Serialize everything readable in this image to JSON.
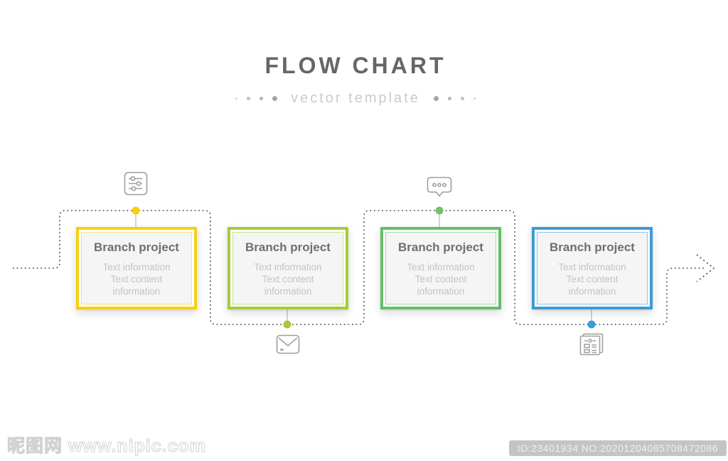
{
  "header": {
    "title": "FLOW CHART",
    "subtitle": "vector template"
  },
  "nodes": [
    {
      "title": "Branch project",
      "body": "Text information\nText content\ninformation",
      "color": "#F6D014",
      "dot_color": "#F8CE0E",
      "icon": "sliders-icon"
    },
    {
      "title": "Branch project",
      "body": "Text information\nText content\ninformation",
      "color": "#A6CB3B",
      "dot_color": "#A5C93C",
      "icon": "envelope-icon"
    },
    {
      "title": "Branch project",
      "body": "Text information\nText content\ninformation",
      "color": "#66BD6C",
      "dot_color": "#6FC172",
      "icon": "chat-bubble-icon"
    },
    {
      "title": "Branch project",
      "body": "Text information\nText content\ninformation",
      "color": "#3E9AD5",
      "dot_color": "#3E9AD5",
      "icon": "news-icon"
    }
  ],
  "connector": {
    "color": "#4A4A4A"
  },
  "watermark": {
    "site": "昵图网 www.nipic.com",
    "id_badge": "ID:23401934 NO:20201204085708472086"
  }
}
